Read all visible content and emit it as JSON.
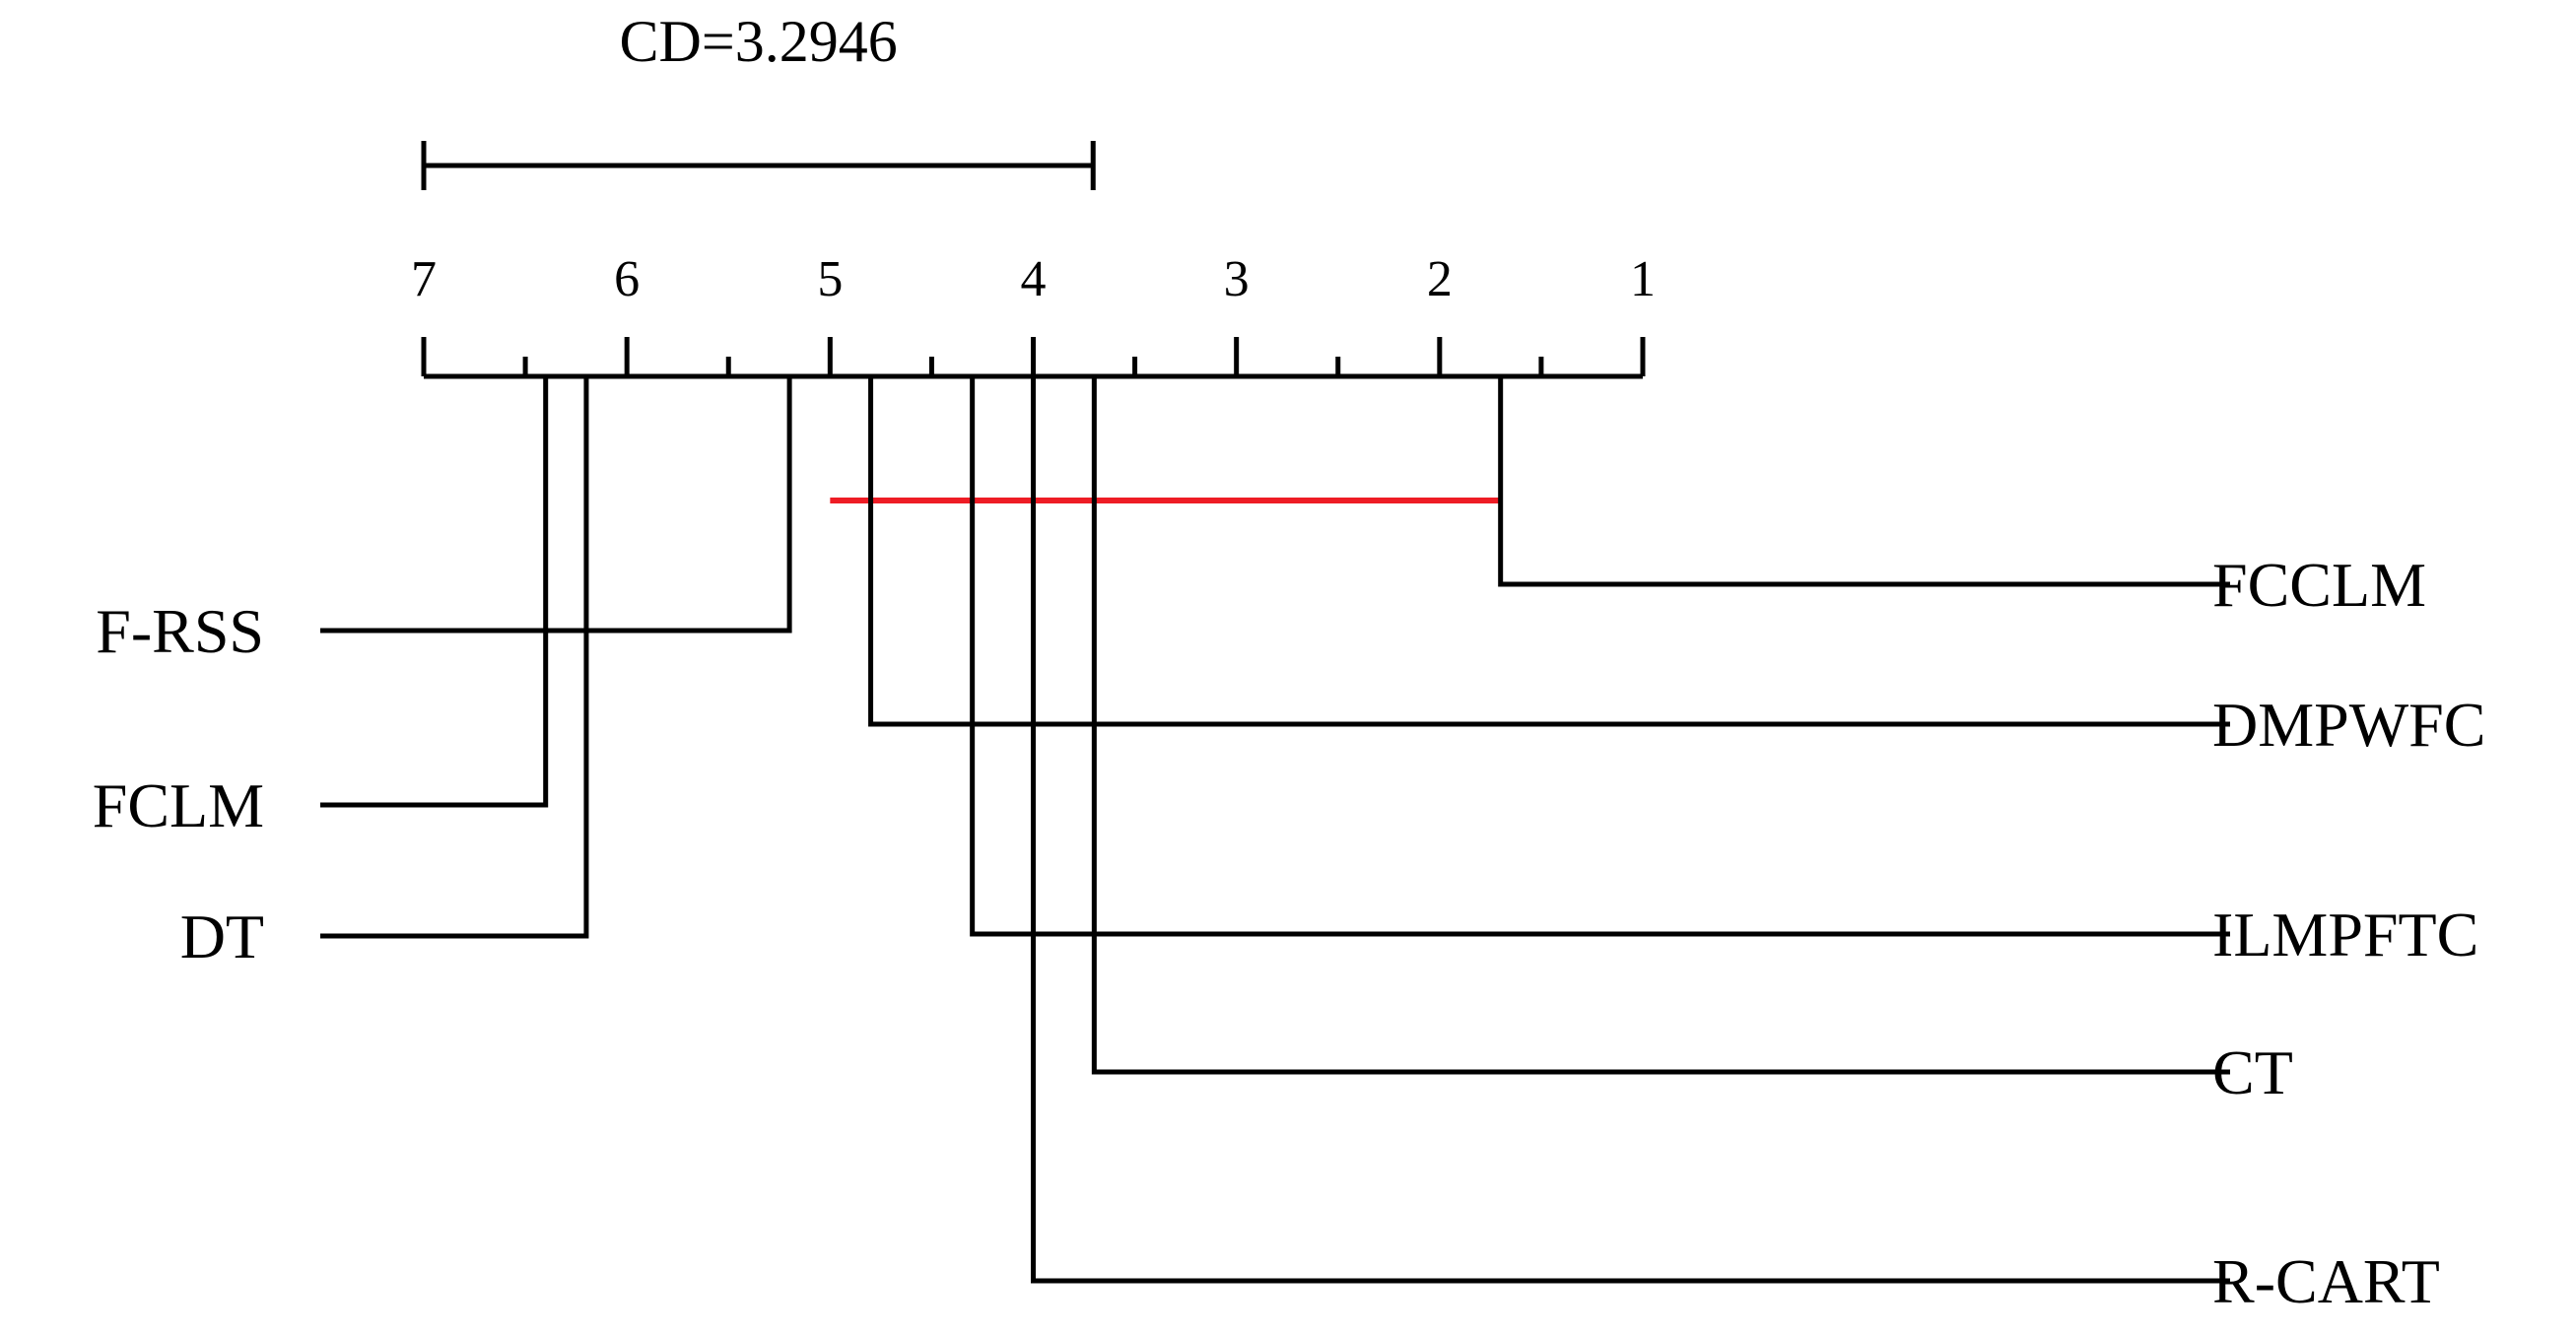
{
  "chart_data": {
    "type": "critical-difference-diagram",
    "cd_label": "CD=3.2946",
    "cd_value": 3.2946,
    "axis": {
      "min_rank": 1,
      "max_rank": 7,
      "reversed": true,
      "tick_labels": [
        "7",
        "6",
        "5",
        "4",
        "3",
        "2",
        "1"
      ]
    },
    "methods": [
      {
        "name": "FCCLM",
        "rank": 1.7,
        "side": "right"
      },
      {
        "name": "DMPWFC",
        "rank": 4.8,
        "side": "right"
      },
      {
        "name": "ILMPFTC",
        "rank": 4.3,
        "side": "right"
      },
      {
        "name": "CT",
        "rank": 3.7,
        "side": "right"
      },
      {
        "name": "R-CART",
        "rank": 4.0,
        "side": "right"
      },
      {
        "name": "F-RSS",
        "rank": 5.2,
        "side": "left"
      },
      {
        "name": "FCLM",
        "rank": 6.4,
        "side": "left"
      },
      {
        "name": "DT",
        "rank": 6.2,
        "side": "left"
      }
    ],
    "cliques": [
      {
        "from_rank": 5.0,
        "to_rank": 1.7,
        "color": "#ee1c25"
      }
    ],
    "grid": false,
    "legend": "none"
  }
}
